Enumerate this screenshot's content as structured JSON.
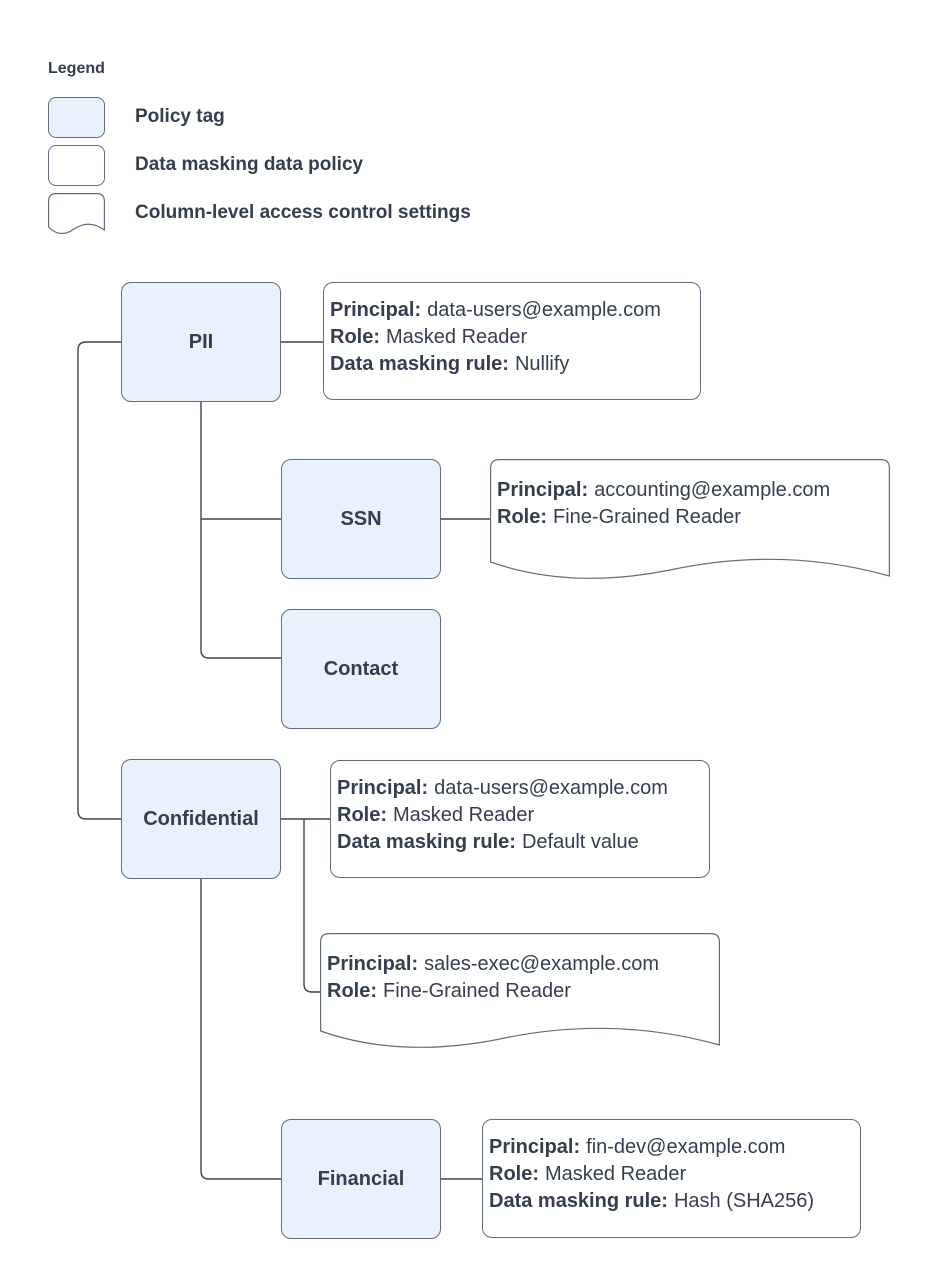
{
  "legend": {
    "title": "Legend",
    "items": [
      {
        "swatch": "policy-tag-swatch",
        "label": "Policy tag"
      },
      {
        "swatch": "data-masking-policy-swatch",
        "label": "Data masking data policy"
      },
      {
        "swatch": "column-access-control-swatch",
        "label": "Column-level access control settings"
      }
    ]
  },
  "nodes": {
    "pii": {
      "label": "PII"
    },
    "ssn": {
      "label": "SSN"
    },
    "contact": {
      "label": "Contact"
    },
    "confidential": {
      "label": "Confidential"
    },
    "financial": {
      "label": "Financial"
    }
  },
  "policies": {
    "pii": {
      "lines": [
        {
          "label": "Principal:",
          "value": "data-users@example.com"
        },
        {
          "label": "Role:",
          "value": "Masked Reader"
        },
        {
          "label": "Data masking rule:",
          "value": "Nullify"
        }
      ]
    },
    "ssn": {
      "lines": [
        {
          "label": "Principal:",
          "value": "accounting@example.com"
        },
        {
          "label": "Role:",
          "value": "Fine-Grained Reader"
        }
      ]
    },
    "confidential": {
      "lines": [
        {
          "label": "Principal:",
          "value": "data-users@example.com"
        },
        {
          "label": "Role:",
          "value": "Masked Reader"
        },
        {
          "label": "Data masking rule:",
          "value": "Default value"
        }
      ]
    },
    "sales_exec": {
      "lines": [
        {
          "label": "Principal:",
          "value": "sales-exec@example.com"
        },
        {
          "label": "Role:",
          "value": "Fine-Grained Reader"
        }
      ]
    },
    "financial": {
      "lines": [
        {
          "label": "Principal:",
          "value": "fin-dev@example.com"
        },
        {
          "label": "Role:",
          "value": "Masked Reader"
        },
        {
          "label": "Data masking rule:",
          "value": "Hash (SHA256)"
        }
      ]
    }
  },
  "colors": {
    "node_fill": "#e9f1fc",
    "shape_stroke": "#616d7e",
    "connector_stroke": "#3c4551",
    "text": "#343e4e",
    "background": "#ffffff"
  }
}
